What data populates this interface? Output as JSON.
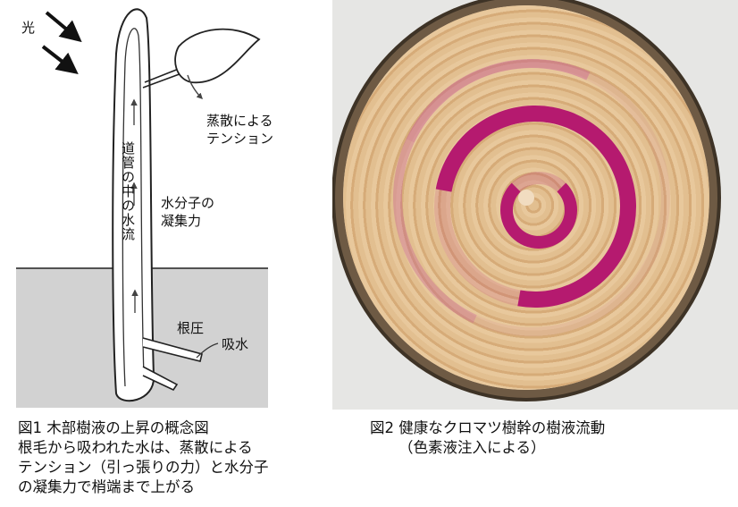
{
  "fig1": {
    "light": "光",
    "transpiration": [
      "蒸散による",
      "テンション"
    ],
    "xylem_flow": "道管の中の水流",
    "cohesion": [
      "水分子の",
      "凝集力"
    ],
    "root_pressure": "根圧",
    "absorption": "吸水",
    "caption": [
      "図1 木部樹液の上昇の概念図",
      "根毛から吸われた水は、蒸散による",
      "テンション（引っ張りの力）と水分子",
      "の凝集力で梢端まで上がる"
    ]
  },
  "fig2": {
    "caption": [
      "図2 健康なクロマツ樹幹の樹液流動",
      "（色素液注入による）"
    ],
    "colors": {
      "stain": "#b51a6f",
      "wood": "#e2bf90",
      "bark": "#6e5a44"
    }
  }
}
